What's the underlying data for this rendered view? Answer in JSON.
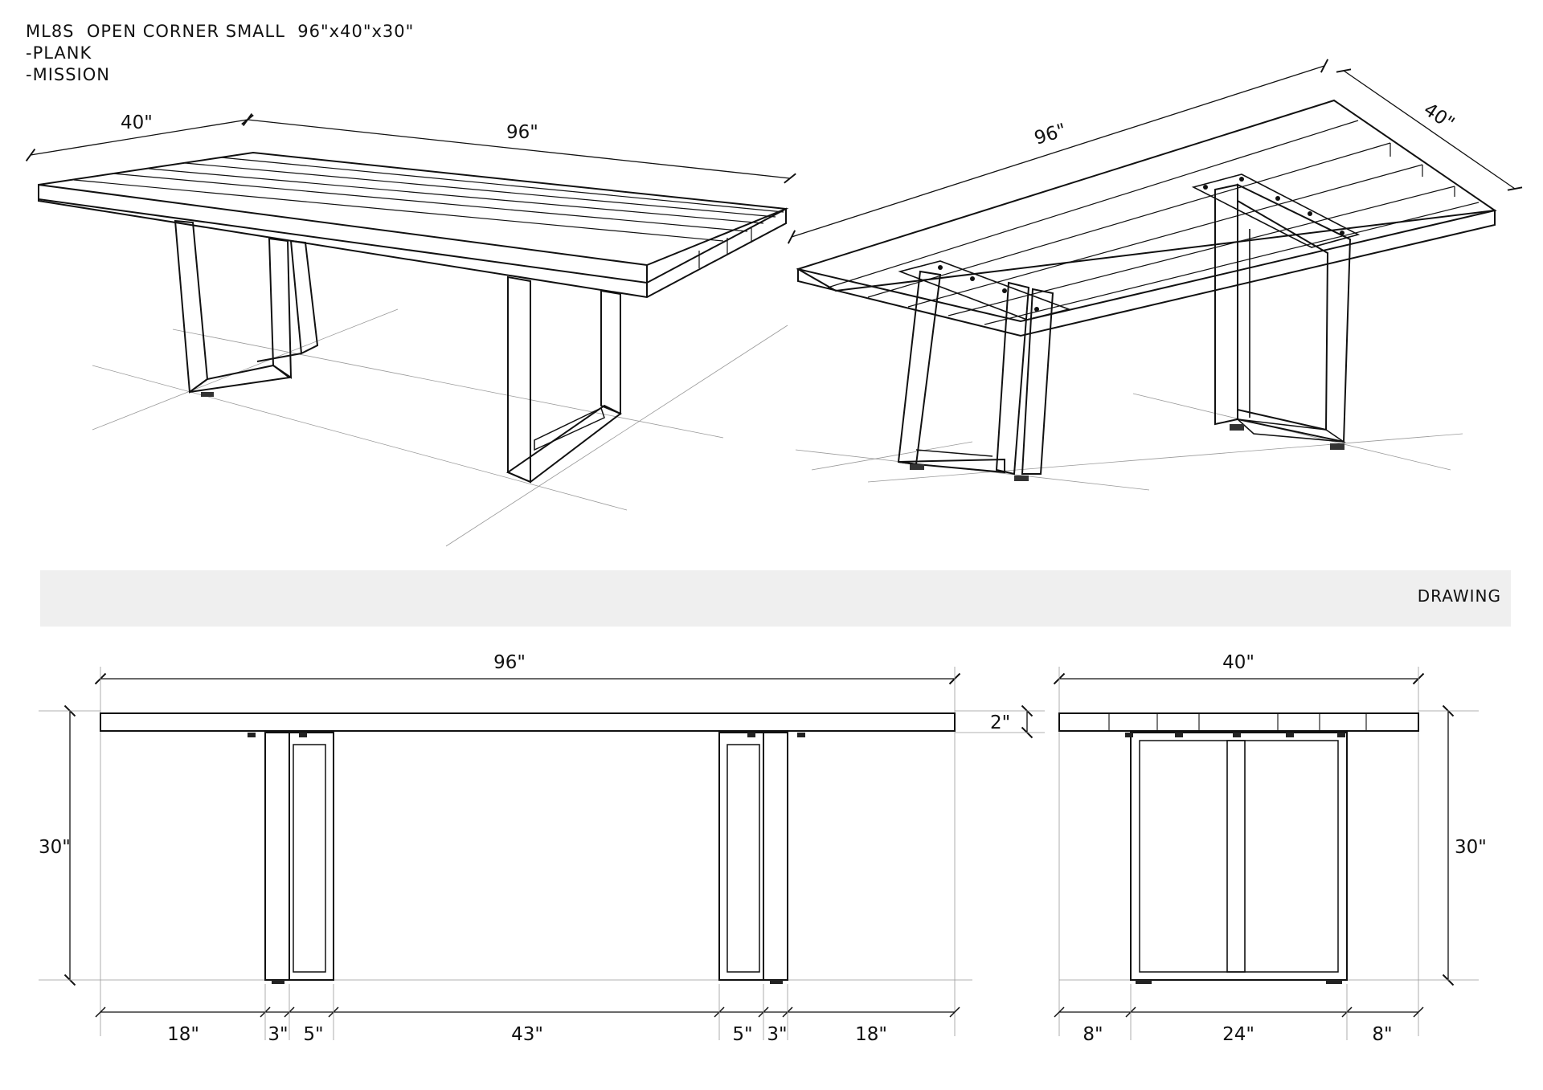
{
  "header": {
    "line1": "ML8S  OPEN CORNER SMALL  96\"x40\"x30\"",
    "line2": "-PLANK",
    "line3": "-MISSION"
  },
  "band": {
    "label": "DRAWING"
  },
  "perspective_left": {
    "width_label": "40\"",
    "length_label": "96\""
  },
  "perspective_right": {
    "length_label": "96\"",
    "width_label": "40\""
  },
  "front_view": {
    "overall_length": "96\"",
    "top_thickness": "2\"",
    "height": "30\"",
    "bottom_dims": [
      "18\"",
      "3\"",
      "5\"",
      "43\"",
      "5\"",
      "3\"",
      "18\""
    ]
  },
  "side_view": {
    "overall_width": "40\"",
    "height": "30\"",
    "bottom_dims": [
      "8\"",
      "24\"",
      "8\""
    ]
  }
}
